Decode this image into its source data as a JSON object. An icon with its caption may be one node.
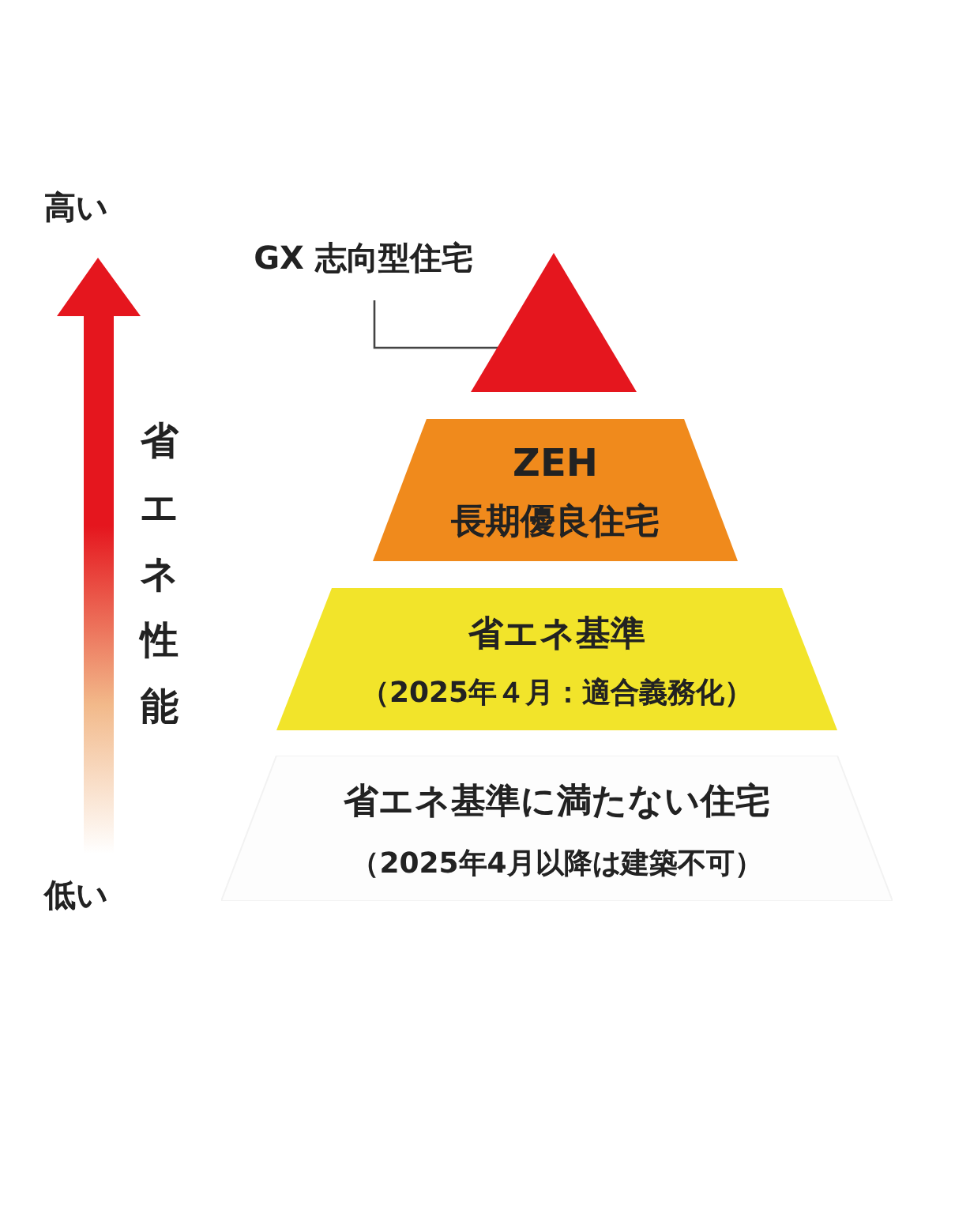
{
  "diagram": {
    "nodes": [
      {
        "text": [
          "GX 志向型住宅"
        ]
      },
      {
        "text": [],
        "shape": "triangle"
      },
      {
        "text": [
          "ZEH",
          "長期優良住宅"
        ]
      },
      {
        "text": [
          "省エネ基準",
          "（2025年４月：適合義務化）"
        ]
      },
      {
        "text": [
          "省エネ基準に満たない住宅",
          "（2025年4月以降は建築不可）"
        ]
      }
    ],
    "edges": [
      {
        "from": 0,
        "to": 1,
        "arrow": "none"
      }
    ],
    "labels": [
      "高い",
      "省エネ性能",
      "低い"
    ]
  }
}
